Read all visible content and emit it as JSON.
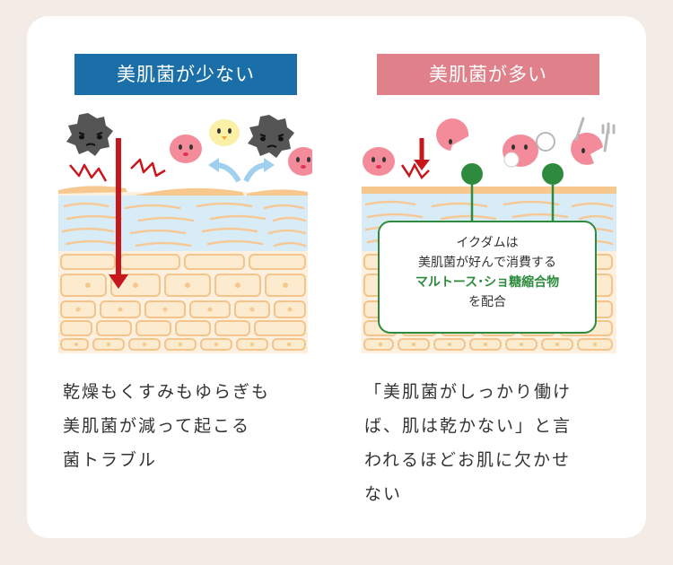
{
  "left_panel": {
    "heading": "美肌菌が少ない",
    "caption": "乾燥もくすみもゆらぎも\n美肌菌が減って起こる\n菌トラブル"
  },
  "right_panel": {
    "heading": "美肌菌が多い",
    "callout": {
      "line1": "イクダムは",
      "line2": "美肌菌が好んで消費する",
      "line3": "マルトース･ショ糖縮合物",
      "line4": "を配合"
    },
    "caption": "「美肌菌がしっかり働け\nば、肌は乾かない」と言\nわれるほどお肌に欠かせ\nない"
  },
  "colors": {
    "left_heading_bg": "#1b6fa8",
    "right_heading_bg": "#e0808a",
    "arrow_red": "#c8161d",
    "callout_green": "#2e8b3d"
  }
}
